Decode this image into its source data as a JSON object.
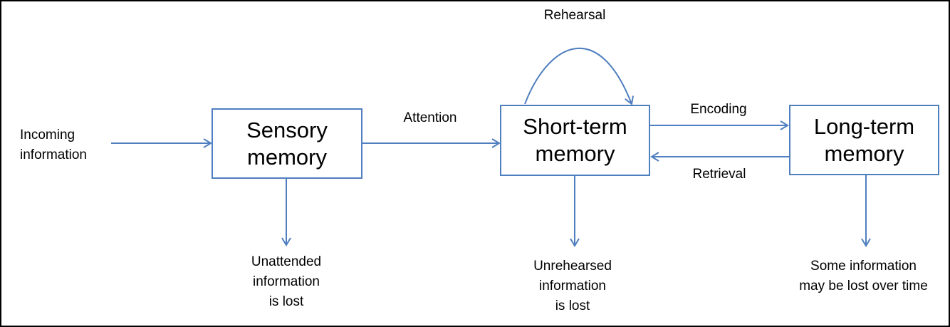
{
  "colors": {
    "box_border": "#4f7fbf",
    "arrow": "#4f7fbf",
    "frame": "#000000"
  },
  "inputs": {
    "incoming": [
      "Incoming",
      "information"
    ]
  },
  "stages": {
    "sensory": [
      "Sensory",
      "memory"
    ],
    "short_term": [
      "Short-term",
      "memory"
    ],
    "long_term": [
      "Long-term",
      "memory"
    ]
  },
  "processes": {
    "attention": "Attention",
    "rehearsal": "Rehearsal",
    "encoding": "Encoding",
    "retrieval": "Retrieval"
  },
  "outcomes": {
    "sensory_lost": [
      "Unattended",
      "information",
      "is lost"
    ],
    "short_term_lost": [
      "Unrehearsed",
      "information",
      "is lost"
    ],
    "long_term_lost": [
      "Some information",
      "may be lost over time"
    ]
  }
}
